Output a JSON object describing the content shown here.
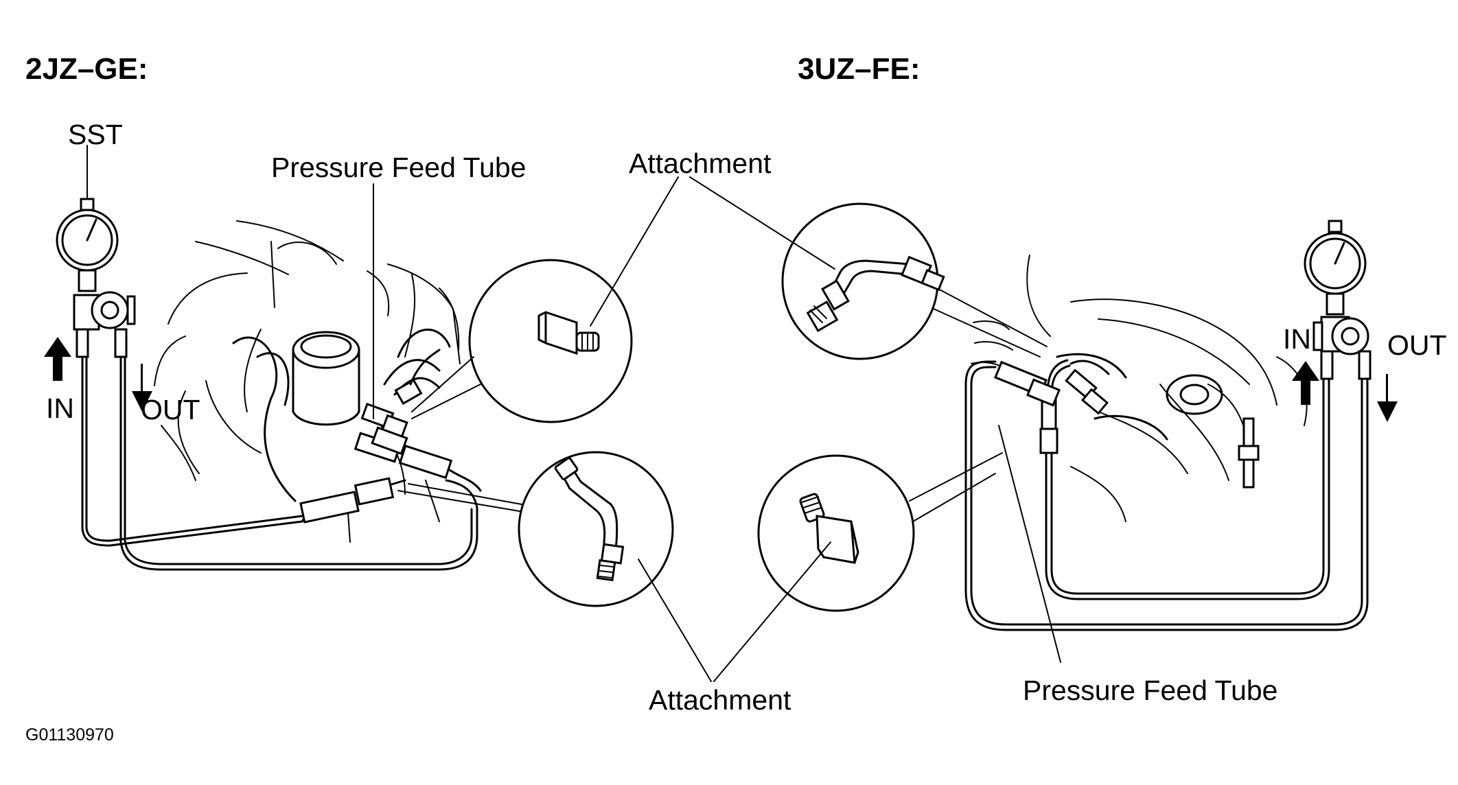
{
  "headers": {
    "left_engine": "2JZ–GE:",
    "right_engine": "3UZ–FE:"
  },
  "callouts": {
    "sst": "SST",
    "pressure_feed_tube_left": "Pressure Feed Tube",
    "attachment_top": "Attachment",
    "attachment_bottom": "Attachment",
    "pressure_feed_tube_right": "Pressure Feed Tube",
    "in_left": "IN",
    "out_left": "OUT",
    "in_right": "IN",
    "out_right": "OUT"
  },
  "figure_id": "G01130970"
}
